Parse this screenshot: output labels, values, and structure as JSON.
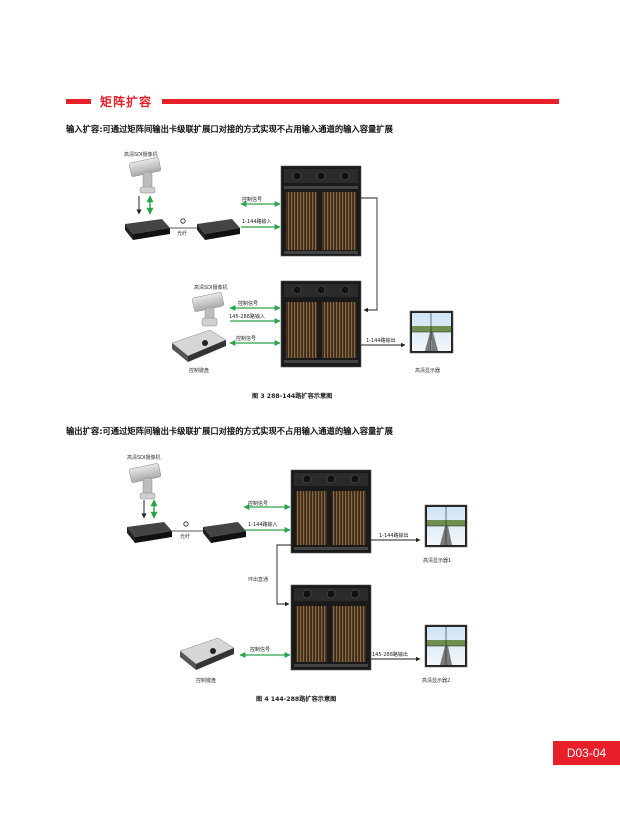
{
  "section": {
    "title": "矩阵扩容"
  },
  "diagram1": {
    "intro": "输入扩容:可通过矩阵间输出卡级联扩展口对接的方式实现不占用输入通道的输入容量扩展",
    "camera_top_label": "高清SDI摄像机",
    "fiber_label": "光纤",
    "signal_control_top": "控制信号",
    "signal_input_top": "1-144路输入",
    "camera_mid_label": "高清SDI摄像机",
    "signal_control_mid": "控制信号",
    "signal_input_mid": "145-288路输入",
    "signal_control_kb": "控制信号",
    "signal_output": "1-144路输出",
    "keyboard_label": "控制键盘",
    "display_label": "高清显示器",
    "caption": "图 3  288-144路扩容示意图"
  },
  "diagram2": {
    "intro": "输出扩容:可通过矩阵间输出卡级联扩展口对接的方式实现不占用输入通道的输入容量扩展",
    "camera_label": "高清SDI摄像机",
    "fiber_label": "光纤",
    "signal_control_top": "控制信号",
    "signal_input": "1-144路输入",
    "signal_output_top": "1-144路输出",
    "display1_label": "高清显示器1",
    "cascade_label": "环出直通",
    "signal_control_kb": "控制信号",
    "signal_output_bottom": "145-288路输出",
    "keyboard_label": "控制键盘",
    "display2_label": "高清显示器2",
    "caption": "图 4  144-288路扩容示意图"
  },
  "page": {
    "number": "D03-04"
  },
  "colors": {
    "accent": "#e8202a",
    "signal_arrow": "#2aa34a"
  }
}
